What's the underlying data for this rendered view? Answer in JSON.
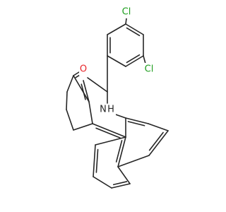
{
  "colors": {
    "bond": "#262626",
    "chlorine": "#1e9e1e",
    "oxygen": "#e8262b",
    "nitrogen": "#262626",
    "background": "#ffffff"
  },
  "atoms": {
    "cl_top": "Cl",
    "cl_ortho": "Cl",
    "oxygen": "O",
    "nitrogen": "N",
    "nh_hydrogen": "H"
  }
}
